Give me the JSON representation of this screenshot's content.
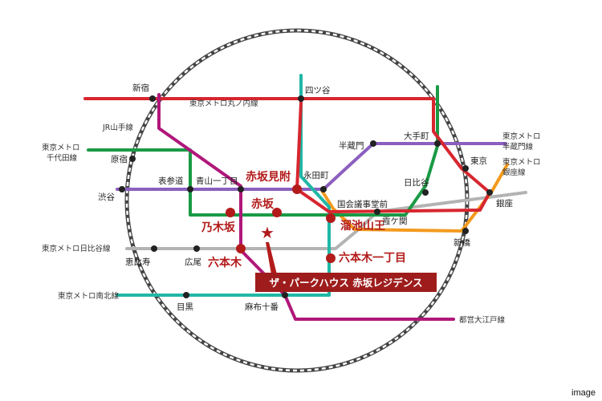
{
  "colors": {
    "marunouchi": "#d7262f",
    "hibiya": "#b3b3b3",
    "namboku": "#1fb7a6",
    "ginza": "#f39a1e",
    "chiyoda": "#1a9a45",
    "hanzomon": "#8b5fbf",
    "oedo": "#b0177a",
    "yamanote": "#555555",
    "highlight": "#b31b1b"
  },
  "line_labels": {
    "marunouchi": "東京メトロ丸ノ内線",
    "yamanote": "JR山手線",
    "chiyoda": "東京メトロ\n千代田線",
    "hibiya": "東京メトロ日比谷線",
    "namboku": "東京メトロ南北線",
    "hanzomon": "東京メトロ\n半蔵門線",
    "ginza": "東京メトロ\n銀座線",
    "oedo": "都営大江戸線"
  },
  "stations": {
    "shinjuku": "新宿",
    "yotsuya": "四ツ谷",
    "harajuku": "原宿",
    "omotesando": "表参道",
    "aoyama": "青山一丁目",
    "shibuya": "渋谷",
    "nagatacho": "永田町",
    "hanzomon": "半蔵門",
    "otemachi": "大手町",
    "tokyo": "東京",
    "hibiya": "日比谷",
    "kokkai": "国会議事堂前",
    "kasumigaseki": "霞ケ関",
    "ginza": "銀座",
    "shimbashi": "新橋",
    "ebisu": "恵比寿",
    "hiroo": "広尾",
    "meguro": "目黒",
    "azabu": "麻布十番"
  },
  "highlight_stations": {
    "akasakamitsuke": "赤坂見附",
    "akasaka": "赤坂",
    "nogizaka": "乃木坂",
    "tameike": "溜池山王",
    "roppongi": "六本木",
    "roppongi1": "六本木一丁目"
  },
  "property_name": "ザ・パークハウス 赤坂レジデンス",
  "caption": "image"
}
